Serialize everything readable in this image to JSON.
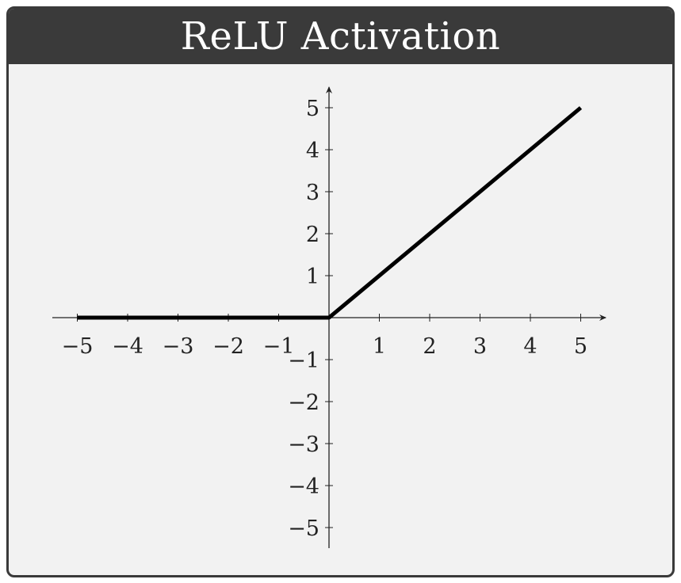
{
  "title": "ReLU Activation",
  "colors": {
    "frame": "#3a3a3a",
    "background": "#f2f2f2",
    "line": "#000000",
    "axis": "#222222"
  },
  "chart_data": {
    "type": "line",
    "title": "ReLU Activation",
    "xlabel": "",
    "ylabel": "",
    "xlim": [
      -5.5,
      5.5
    ],
    "ylim": [
      -5.5,
      5.5
    ],
    "xticks": [
      -5,
      -4,
      -3,
      -2,
      -1,
      1,
      2,
      3,
      4,
      5
    ],
    "yticks": [
      -5,
      -4,
      -3,
      -2,
      -1,
      1,
      2,
      3,
      4,
      5
    ],
    "xtick_labels": [
      "−5",
      "−4",
      "−3",
      "−2",
      "−1",
      "1",
      "2",
      "3",
      "4",
      "5"
    ],
    "ytick_labels": [
      "−5",
      "−4",
      "−3",
      "−2",
      "−1",
      "1",
      "2",
      "3",
      "4",
      "5"
    ],
    "grid": false,
    "series": [
      {
        "x": [
          -5,
          0,
          5
        ],
        "y": [
          0,
          0,
          5
        ]
      }
    ]
  }
}
